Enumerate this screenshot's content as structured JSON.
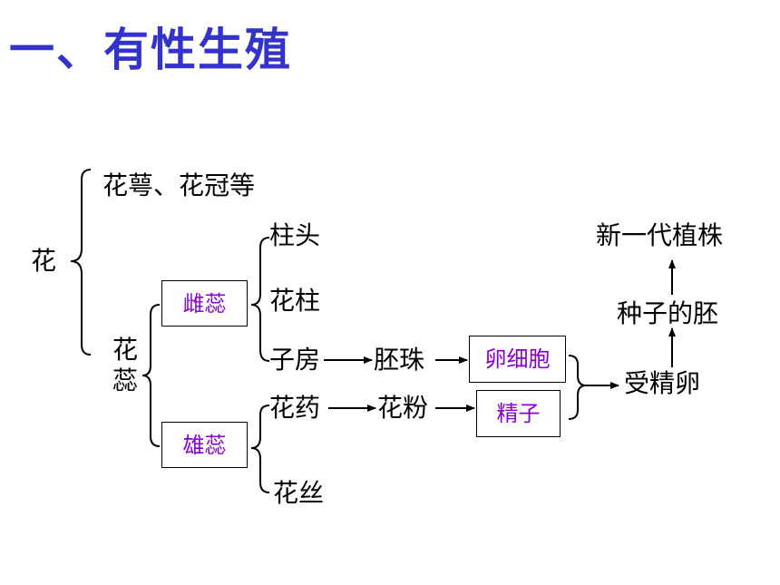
{
  "title": "一、有性生殖",
  "nodes": {
    "flower": "花",
    "sepal_petal": "花萼、花冠等",
    "stamen_pistil": "花蕊",
    "pistil": "雌蕊",
    "stamen": "雄蕊",
    "stigma": "柱头",
    "style": "花柱",
    "ovary": "子房",
    "anther": "花药",
    "filament": "花丝",
    "ovule": "胚珠",
    "pollen": "花粉",
    "egg_cell": "卵细胞",
    "sperm": "精子",
    "zygote": "受精卵",
    "embryo": "种子的胚",
    "new_plant": "新一代植株"
  }
}
